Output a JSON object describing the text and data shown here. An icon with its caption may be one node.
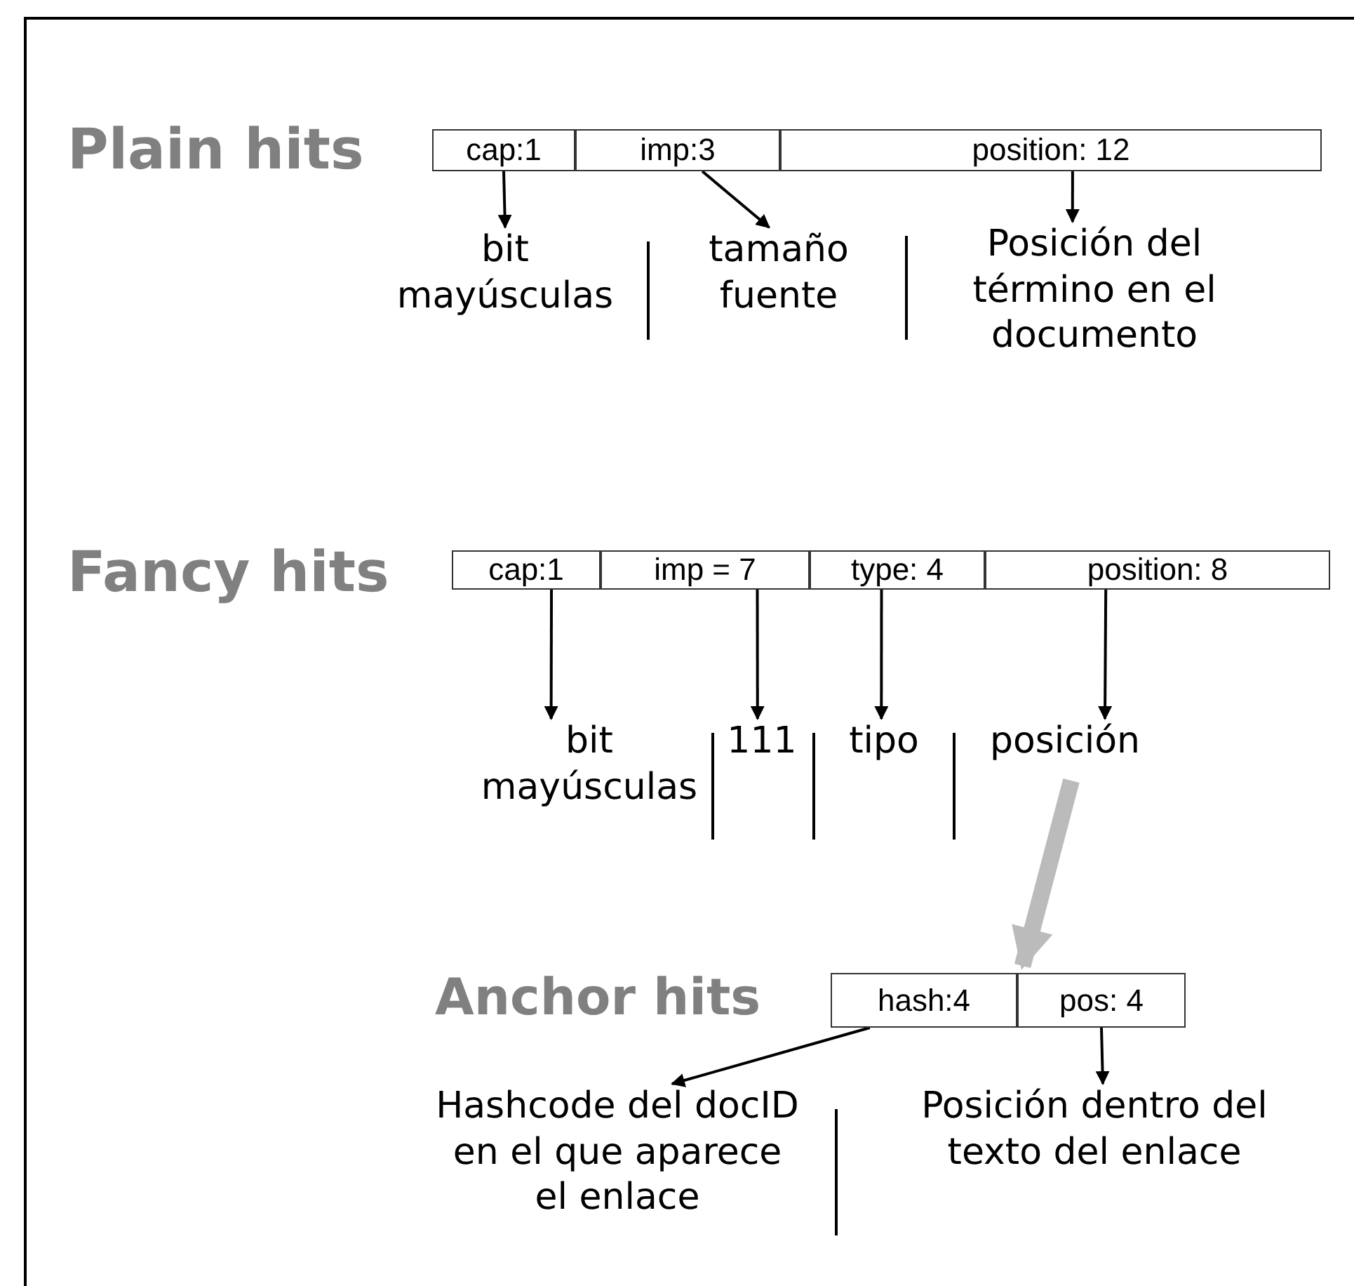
{
  "diagram": {
    "nodes": [
      {
        "text": [
          "Plain hits"
        ]
      },
      {
        "text": [
          "cap:1"
        ],
        "in": 0
      },
      {
        "text": [
          "imp:3"
        ],
        "in": 0
      },
      {
        "text": [
          "position: 12"
        ],
        "in": 0
      },
      {
        "text": [
          "bit mayúsculas"
        ]
      },
      {
        "text": [
          "tamaño fuente"
        ]
      },
      {
        "text": [
          "Posición del término en el documento"
        ]
      },
      {
        "text": [
          "Fancy hits"
        ]
      },
      {
        "text": [
          "cap:1"
        ],
        "in": 7
      },
      {
        "text": [
          "imp = 7"
        ],
        "in": 7
      },
      {
        "text": [
          "type: 4"
        ],
        "in": 7
      },
      {
        "text": [
          "position: 8"
        ],
        "in": 7
      },
      {
        "text": [
          "bit mayúsculas"
        ]
      },
      {
        "text": [
          "111"
        ]
      },
      {
        "text": [
          "tipo"
        ]
      },
      {
        "text": [
          "posición"
        ]
      },
      {
        "text": [
          "Anchor hits"
        ]
      },
      {
        "text": [
          "hash:4"
        ],
        "in": 16
      },
      {
        "text": [
          "pos: 4"
        ],
        "in": 16
      },
      {
        "text": [
          "Hashcode del docID en el que aparece el enlace"
        ]
      },
      {
        "text": [
          "Posición dentro del texto del enlace"
        ]
      }
    ],
    "edges": [
      {
        "from": 1,
        "to": 4,
        "arrow": "to"
      },
      {
        "from": 2,
        "to": 5,
        "arrow": "to"
      },
      {
        "from": 3,
        "to": 6,
        "arrow": "to"
      },
      {
        "from": 8,
        "to": 12,
        "arrow": "to"
      },
      {
        "from": 9,
        "to": 13,
        "arrow": "to"
      },
      {
        "from": 10,
        "to": 14,
        "arrow": "to"
      },
      {
        "from": 11,
        "to": 15,
        "arrow": "to"
      },
      {
        "from": 15,
        "to": 16,
        "arrow": "to",
        "style": "thick",
        "color": "#bbbbbb"
      },
      {
        "from": 17,
        "to": 19,
        "arrow": "to"
      },
      {
        "from": 18,
        "to": 20,
        "arrow": "to"
      }
    ]
  }
}
